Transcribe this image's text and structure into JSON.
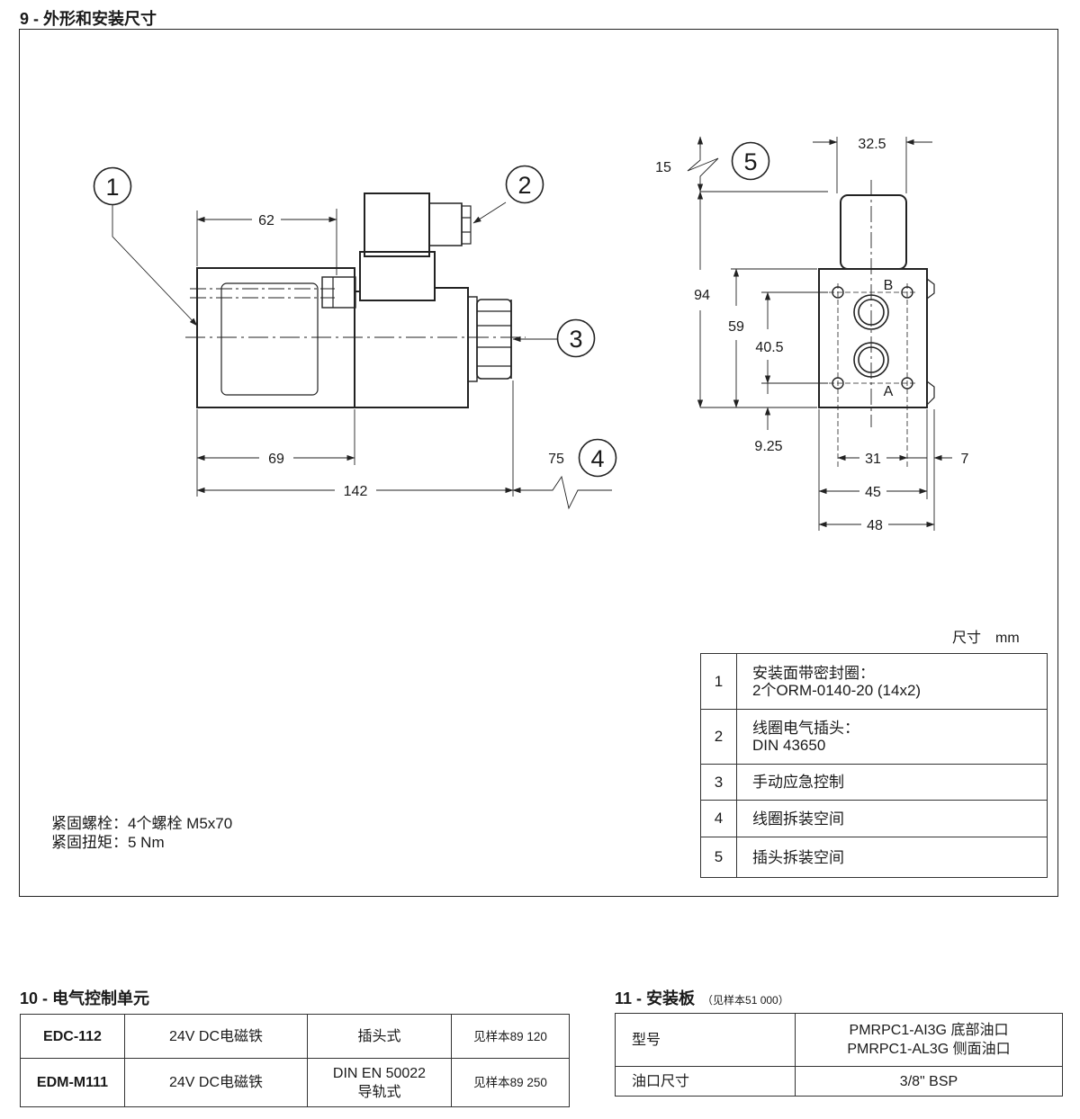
{
  "section9": {
    "title": "9 - 外形和安装尺寸",
    "dimensions": {
      "d62": "62",
      "d69": "69",
      "d142": "142",
      "d75": "75",
      "d15": "15",
      "d32_5": "32.5",
      "d94": "94",
      "d59": "59",
      "d40_5": "40.5",
      "d9_25": "9.25",
      "d31": "31",
      "d7": "7",
      "d45": "45",
      "d48": "48"
    },
    "port_labels": {
      "b": "B",
      "a": "A"
    },
    "callouts": [
      "1",
      "2",
      "3",
      "4",
      "5"
    ],
    "units_label": "尺寸　mm",
    "legend": [
      {
        "num": "1",
        "line1": "安装面带密封圈：",
        "line2": "2个ORM-0140-20 (14x2)"
      },
      {
        "num": "2",
        "line1": "线圈电气插头：",
        "line2": "DIN 43650"
      },
      {
        "num": "3",
        "line1": "手动应急控制",
        "line2": ""
      },
      {
        "num": "4",
        "line1": "线圈拆装空间",
        "line2": ""
      },
      {
        "num": "5",
        "line1": "插头拆装空间",
        "line2": ""
      }
    ],
    "fastener_bolts": "紧固螺栓：4个螺栓  M5x70",
    "fastener_torque": "紧固扭矩：5 Nm"
  },
  "section10": {
    "title": "10 - 电气控制单元",
    "rows": [
      {
        "model": "EDC-112",
        "desc": "24V DC电磁铁",
        "type_line1": "插头式",
        "type_line2": "",
        "ref": "见样本89 120"
      },
      {
        "model": "EDM-M111",
        "desc": "24V DC电磁铁",
        "type_line1": "DIN EN 50022",
        "type_line2": "导轨式",
        "ref": "见样本89 250"
      }
    ]
  },
  "section11": {
    "title": "11 - 安装板",
    "note": "（见样本51 000）",
    "rows": [
      {
        "label": "型号",
        "value_line1": "PMRPC1-AI3G 底部油口",
        "value_line2": "PMRPC1-AL3G 侧面油口"
      },
      {
        "label": "油口尺寸",
        "value_line1": "3/8\" BSP",
        "value_line2": ""
      }
    ]
  }
}
